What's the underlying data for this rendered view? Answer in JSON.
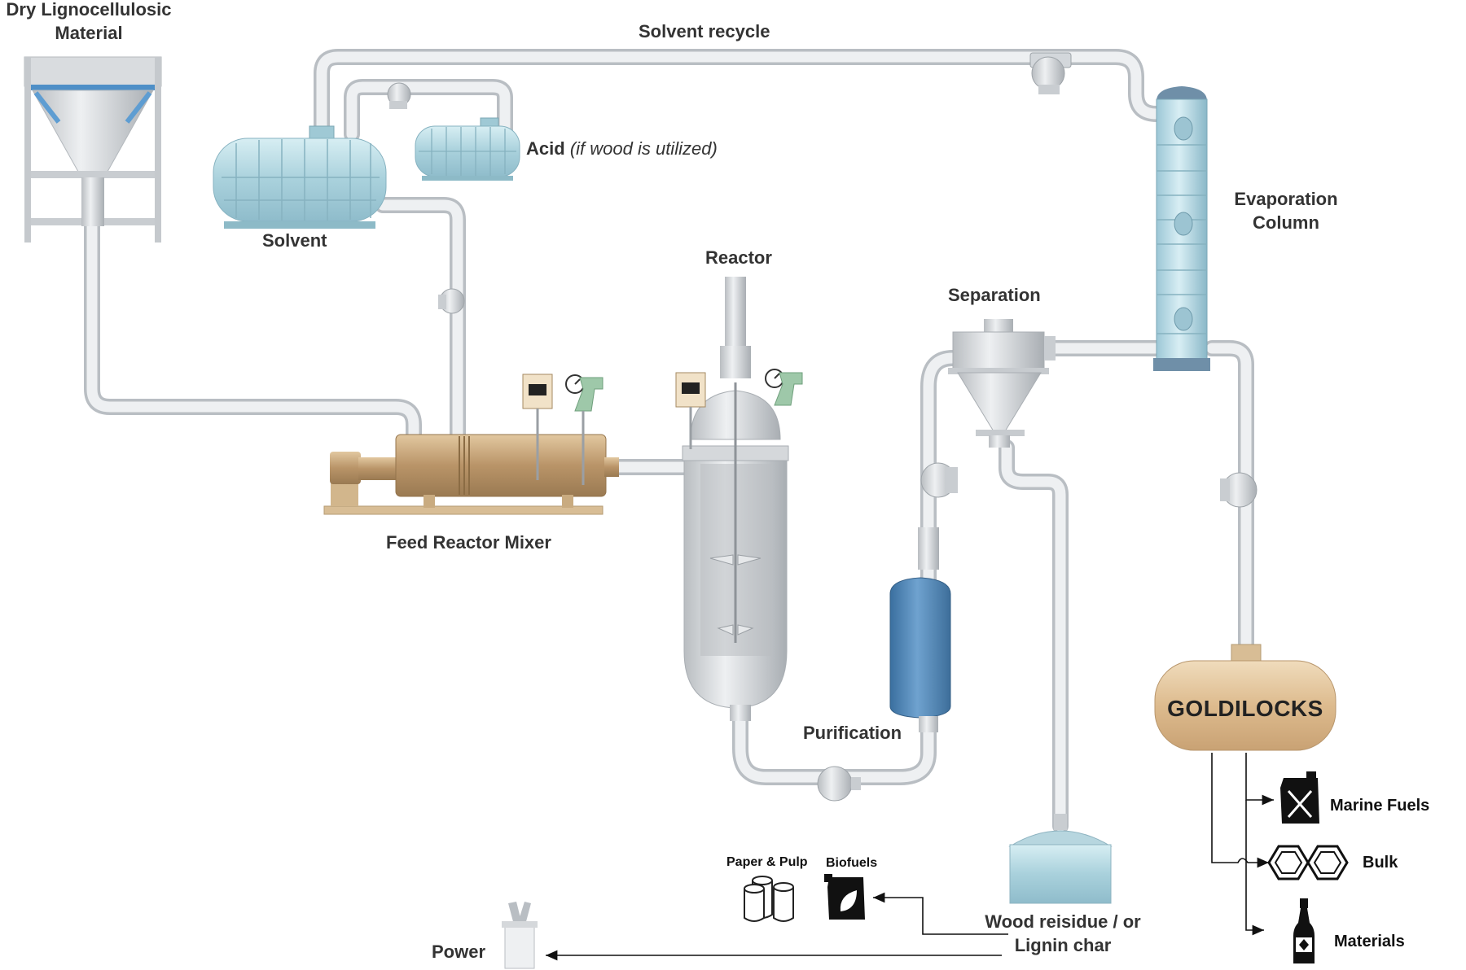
{
  "labels": {
    "dry_material_line1": "Dry Lignocellulosic",
    "dry_material_line2": "Material",
    "solvent_recycle": "Solvent recycle",
    "acid_bold": "Acid",
    "acid_note": "(if wood is utilized)",
    "solvent": "Solvent",
    "reactor": "Reactor",
    "evaporation_line1": "Evaporation",
    "evaporation_line2": "Column",
    "separation": "Separation",
    "feed_reactor_mixer": "Feed Reactor Mixer",
    "purification": "Purification",
    "goldilocks": "GOLDILOCKS",
    "wood_residue_line1": "Wood reisidue / or",
    "wood_residue_line2": "Lignin char",
    "power": "Power",
    "paper_pulp": "Paper & Pulp",
    "biofuels": "Biofuels",
    "marine_fuels": "Marine Fuels",
    "bulk": "Bulk",
    "materials": "Materials"
  },
  "icons": {
    "hopper": "hopper-icon",
    "solvent_tank": "solvent-tank-icon",
    "acid_tank": "acid-tank-icon",
    "mixer": "feed-reactor-mixer-icon",
    "reactor": "reactor-vessel-icon",
    "cyclone": "cyclone-separator-icon",
    "purification": "purification-vessel-icon",
    "column": "evaporation-column-icon",
    "goldilocks_tank": "goldilocks-tank-icon",
    "silo": "residue-silo-icon",
    "power": "power-plug-icon",
    "paper": "paper-rolls-icon",
    "biofuel": "biofuel-can-icon",
    "jerrycan": "jerrycan-icon",
    "naphthalene": "naphthalene-icon",
    "bottle": "bottle-icon",
    "pump": "pump-icon"
  },
  "colors": {
    "pipe": "#e6e8ea",
    "pipe_edge": "#b9bec3",
    "tank_blue": "#b9dce5",
    "mixer_brass": "#c7a57a",
    "purification_blue": "#4f86b8",
    "goldilocks_tan": "#e3c49b",
    "label_text": "#333333"
  }
}
